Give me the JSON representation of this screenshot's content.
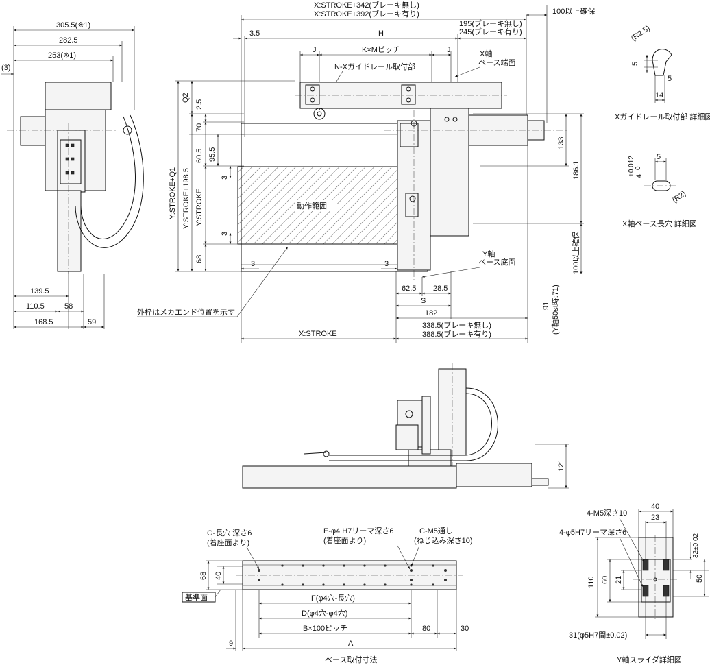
{
  "left_view": {
    "dims_top": [
      "305.5(※1)",
      "282.5",
      "253(※1)",
      "(3)"
    ],
    "dims_bottom": [
      "139.5",
      "110.5",
      "58",
      "168.5",
      "59"
    ]
  },
  "top_view": {
    "x_total": [
      "X:STROKE+342(ブレーキ無し)",
      "X:STROKE+392(ブレーキ有り)"
    ],
    "clearance_right": "100以上確保",
    "d_3_5": "3.5",
    "d_H": "H",
    "d_right": [
      "195(ブレーキ無し)",
      "245(ブレーキ有り)"
    ],
    "d_J1": "J",
    "d_KM": "K×Mピッチ",
    "d_J2": "J",
    "x_axis_end": [
      "X軸",
      "ベース端面"
    ],
    "guide_rail": "N-Xガイドレール取付部",
    "left_dims": [
      "Q2",
      "2.5",
      "70",
      "60.5",
      "95.5",
      "3",
      "3",
      "68"
    ],
    "y_dims": [
      "Y:STROKE+Q1",
      "Y:STROKE+198.5",
      "Y:STROKE"
    ],
    "range_label": "動作範囲",
    "d3_left": "3",
    "d3_right": "3",
    "right_dims": [
      "133",
      "186.1"
    ],
    "clearance_bottom": "100以上確保",
    "y_axis_base": [
      "Y軸",
      "ベース底面"
    ],
    "d_62_5": "62.5",
    "d_28_5": "28.5",
    "d_S": "S",
    "d_182": "182",
    "d_91": [
      "91",
      "(Y軸50st時:71)"
    ],
    "d_bottom_right": [
      "338.5(ブレーキ無し)",
      "388.5(ブレーキ有り)"
    ],
    "note_mech_end": "外枠はメカエンド位置を示す",
    "x_stroke": "X:STROKE"
  },
  "detail_guide": {
    "dims": [
      "(R2.5)",
      "5",
      "5",
      "14"
    ],
    "caption": "Xガイドレール取付部 詳細図"
  },
  "detail_slot": {
    "dims": [
      "5",
      "+0.012",
      "0",
      "4",
      "(R2)"
    ],
    "caption": "X軸ベース長穴 詳細図"
  },
  "front_view": {
    "dim_121": "121"
  },
  "base_mount": {
    "label_G": [
      "G-長穴 深さ6",
      "(着座面より)"
    ],
    "label_E": [
      "E-φ4 H7リーマ深さ6",
      "(着座面より)"
    ],
    "label_C": [
      "C-M5通し",
      "(ねじ込み深さ10)"
    ],
    "d68": "68",
    "d40": "40",
    "ref_face": "基準面",
    "d_F": "F(φ4穴-長穴)",
    "d_D": "D(φ4穴-φ4穴)",
    "d_B": "B×100ピッチ",
    "d80": "80",
    "d30": "30",
    "d9": "9",
    "d_A": "A",
    "caption": "ベース取付寸法"
  },
  "slider_detail": {
    "d40": "40",
    "d23": "23",
    "label_m5": "4-M5深さ10",
    "label_pin": "4-φ5H7リーマ深さ6",
    "d32": "32±0.02",
    "d110": "110",
    "d60": "60",
    "d21": "21",
    "d50": "50",
    "d31": "31(φ5H7間±0.02)",
    "caption": "Y軸スライダ詳細図"
  }
}
